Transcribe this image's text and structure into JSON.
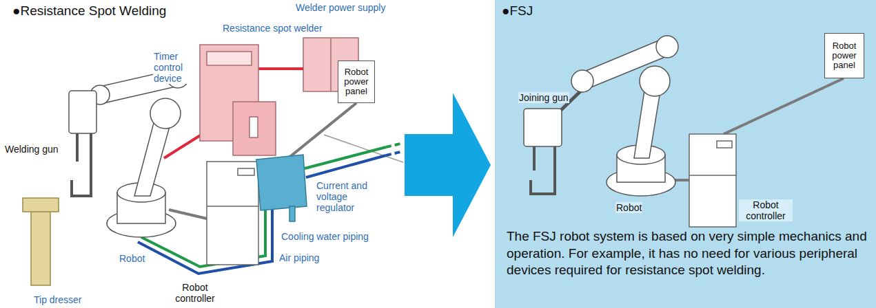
{
  "diagram": {
    "nodes": [
      {
        "text": [
          "●Resistance Spot Welding"
        ]
      },
      {
        "text": [
          "Robot power panel"
        ],
        "in": 0
      },
      {
        "text": [
          "●FSJ",
          "The FSJ robot system is based on very simple mechanics and operation. For example, it has no need for various peripheral devices required for resistance spot welding."
        ]
      },
      {
        "text": [
          "Robot power panel"
        ],
        "in": 2
      }
    ],
    "edges": [
      {
        "from": 0,
        "to": 2,
        "arrow": "to"
      }
    ],
    "labels": [
      "Welder power supply",
      "Resistance spot welder",
      "Timer control device",
      "Welding gun",
      "Current and voltage regulator",
      "Cooling water piping",
      "Air piping",
      "Robot",
      "Robot controller",
      "Tip dresser",
      "Joining gun",
      "Robot",
      "Robot controller"
    ]
  }
}
